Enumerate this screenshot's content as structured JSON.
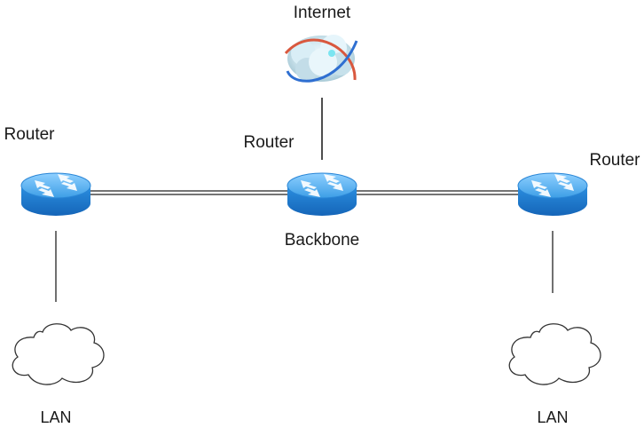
{
  "diagram": {
    "internet": {
      "label": "Internet",
      "icon": "globe-cloud-icon"
    },
    "routers": [
      {
        "id": "left",
        "label": "Router",
        "icon": "router-icon"
      },
      {
        "id": "center",
        "label": "Router",
        "sublabel": "Backbone",
        "icon": "router-icon"
      },
      {
        "id": "right",
        "label": "Router",
        "icon": "router-icon"
      }
    ],
    "lans": [
      {
        "id": "left",
        "label": "LAN",
        "icon": "cloud-icon"
      },
      {
        "id": "right",
        "label": "LAN",
        "icon": "cloud-icon"
      }
    ],
    "colors": {
      "router_top": "#5fb3ec",
      "router_side": "#1d7fce",
      "line": "#222222",
      "cloud_stroke": "#333333"
    }
  }
}
